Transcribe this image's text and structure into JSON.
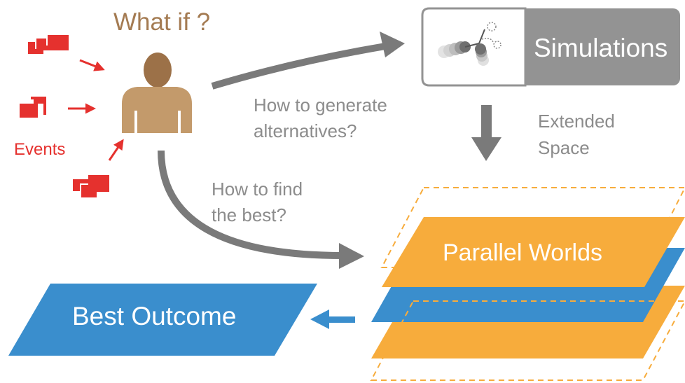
{
  "diagram": {
    "question_label": "What if ?",
    "events_label": "Events",
    "generate_question": [
      "How to generate",
      "alternatives?"
    ],
    "find_best_question": [
      "How to find",
      "the best?"
    ],
    "extended_space_label": [
      "Extended",
      "Space"
    ],
    "simulations_label": "Simulations",
    "parallel_worlds_label": "Parallel Worlds",
    "best_outcome_label": "Best Outcome"
  },
  "icons": {
    "person": "person-icon",
    "event": "event-stack-icon",
    "simulation": "molecule-simulation-icon"
  },
  "colors": {
    "event_red": "#e5312e",
    "person_brown": "#c39a6b",
    "arrow_gray": "#7a7a7a",
    "sim_gray": "#939393",
    "layer_orange": "#f7ac3c",
    "layer_blue": "#3a8ecd",
    "text_gray": "#8c8c8c",
    "title_brown": "#a47b52"
  }
}
